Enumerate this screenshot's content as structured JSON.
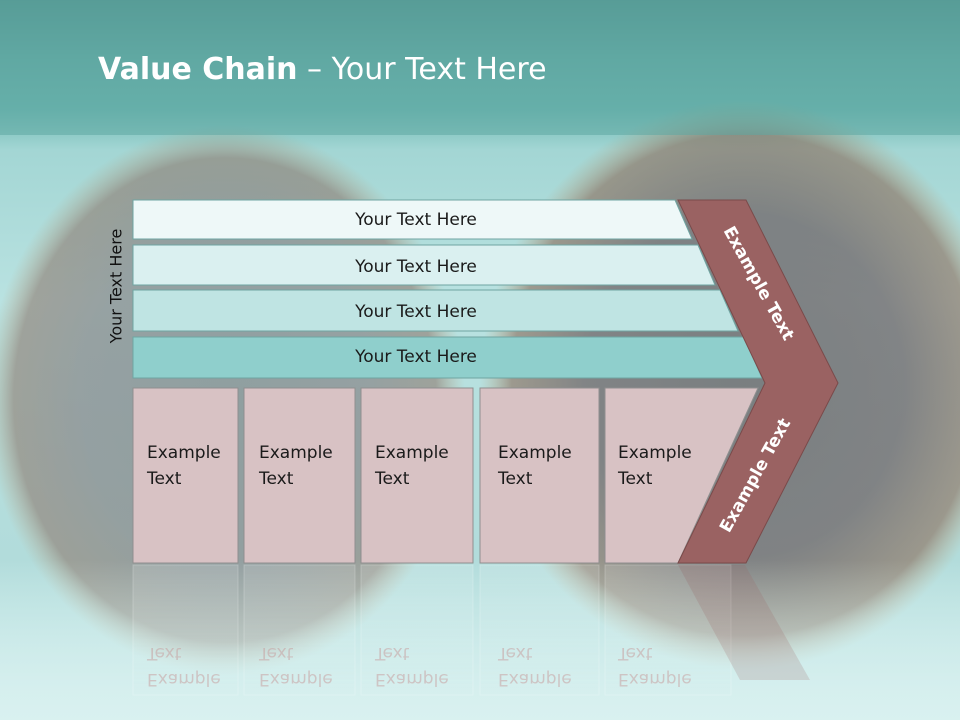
{
  "title": {
    "bold": "Value Chain",
    "rest": " – Your Text Here"
  },
  "side_label": "Your Text Here",
  "rows": [
    {
      "label": "Your Text Here"
    },
    {
      "label": "Your Text Here"
    },
    {
      "label": "Your Text Here"
    },
    {
      "label": "Your Text Here"
    }
  ],
  "boxes": [
    {
      "line1": "Example",
      "line2": "Text"
    },
    {
      "line1": "Example",
      "line2": "Text"
    },
    {
      "line1": "Example",
      "line2": "Text"
    },
    {
      "line1": "Example",
      "line2": "Text"
    },
    {
      "line1": "Example",
      "line2": "Text"
    }
  ],
  "chevron": {
    "upper": "Example Text",
    "lower": "Example Text"
  },
  "colors": {
    "row_fills": [
      "#eef8f8",
      "#daf0f0",
      "#bfe4e3",
      "#8fcfcc"
    ],
    "box_fill": "#d8c2c4",
    "chevron_fill": "#9a6262"
  }
}
